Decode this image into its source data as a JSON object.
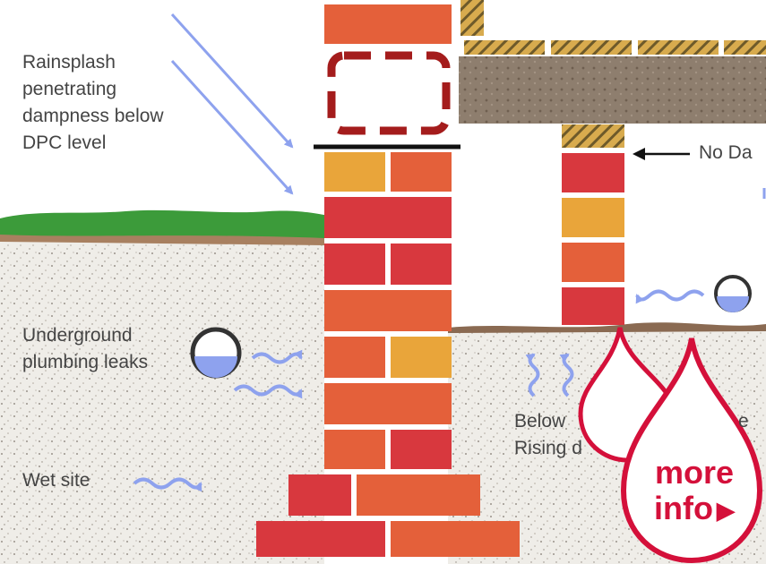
{
  "labels": {
    "rainsplash": [
      "Rainsplash",
      "penetrating",
      "dampness below",
      "DPC level"
    ],
    "no_damp": "No Da",
    "plumbing": [
      "Underground",
      "plumbing leaks"
    ],
    "wet_site": "Wet site",
    "below": [
      "Below",
      "Rising d"
    ],
    "below_tail": "e"
  },
  "more_info": {
    "line1": "more",
    "line2": "info",
    "arrow": "▶"
  },
  "colors": {
    "brick_red": "#d8383e",
    "brick_orange": "#e4603a",
    "brick_yellow": "#e9a53a",
    "grass": "#3c9b3a",
    "soil": "#efede8",
    "arrow_blue": "#8ea2ee",
    "drop_red": "#d4103a",
    "dpc_red": "#a41c1c",
    "floor": "#8a7a6a",
    "joist": "#d3a445"
  }
}
